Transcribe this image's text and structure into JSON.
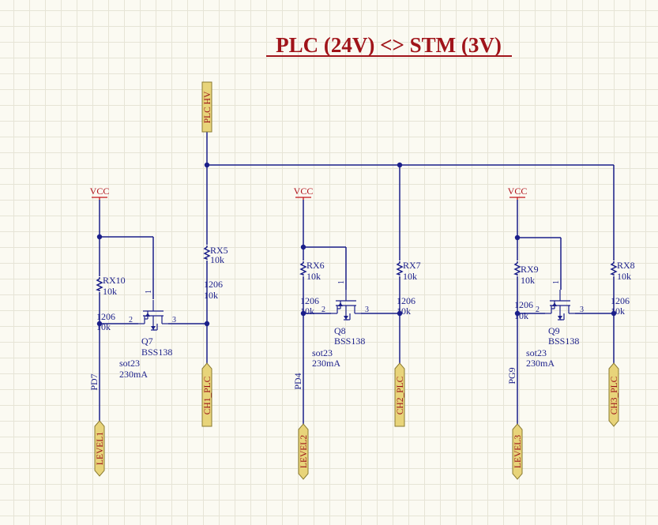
{
  "title": "PLC (24V) <> STM (3V)",
  "power_net": "VCC",
  "ports": {
    "plc_hv": "PLC HV",
    "ch1": "CH1_PLC",
    "ch2": "CH2_PLC",
    "ch3": "CH3_PLC",
    "level1": "LEVEL1",
    "level2": "LEVEL2",
    "level3": "LEVEL3"
  },
  "nets": {
    "pd7": "PD7",
    "pd4": "PD4",
    "pg9": "PG9"
  },
  "resistors": {
    "rx5": {
      "ref": "RX5",
      "value": "10k",
      "pkg": "1206",
      "pkgval": "10k"
    },
    "rx6": {
      "ref": "RX6",
      "value": "10k",
      "pkg": "1206",
      "pkgval": "10k"
    },
    "rx7": {
      "ref": "RX7",
      "value": "10k",
      "pkg": "1206",
      "pkgval": "10k"
    },
    "rx8": {
      "ref": "RX8",
      "value": "10k",
      "pkg": "1206",
      "pkgval": "10k"
    },
    "rx9": {
      "ref": "RX9",
      "value": "10k",
      "pkg": "1206",
      "pkgval": "10k"
    },
    "rx10": {
      "ref": "RX10",
      "value": "10k",
      "pkg": "1206",
      "pkgval": "10k"
    }
  },
  "transistors": {
    "q7": {
      "ref": "Q7",
      "part": "BSS138",
      "pkg": "sot23",
      "rating": "230mA"
    },
    "q8": {
      "ref": "Q8",
      "part": "BSS138",
      "pkg": "sot23",
      "rating": "230mA"
    },
    "q9": {
      "ref": "Q9",
      "part": "BSS138",
      "pkg": "sot23",
      "rating": "230mA"
    }
  },
  "pins": {
    "gate": "1",
    "source": "2",
    "drain": "3"
  },
  "colors": {
    "wire": "#1b1f8a",
    "power": "#c2141a",
    "title": "#a0141a",
    "port_fill": "#e8d47a"
  }
}
